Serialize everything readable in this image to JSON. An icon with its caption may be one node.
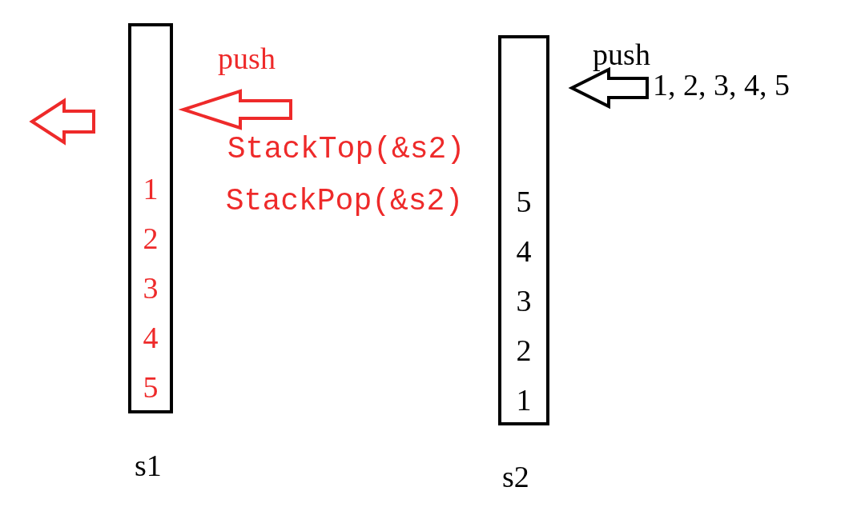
{
  "diagram": {
    "nodes": [
      {
        "text": [
          "1",
          "2",
          "3",
          "4",
          "5"
        ],
        "beside": [
          "s1"
        ]
      },
      {
        "text": [
          "5",
          "4",
          "3",
          "2",
          "1"
        ],
        "beside": [
          "s2"
        ]
      },
      {
        "text": [
          "1, 2, 3, 4, 5"
        ]
      }
    ],
    "edges": [
      {
        "from": null,
        "to": 0,
        "arrow": "to",
        "style": "thick"
      },
      {
        "from": 2,
        "to": 1,
        "arrow": "to",
        "style": "thick",
        "color": "#000000"
      }
    ],
    "labels": [
      "push",
      "push",
      "StackTop(&s2)",
      "StackPop(&s2)"
    ]
  }
}
